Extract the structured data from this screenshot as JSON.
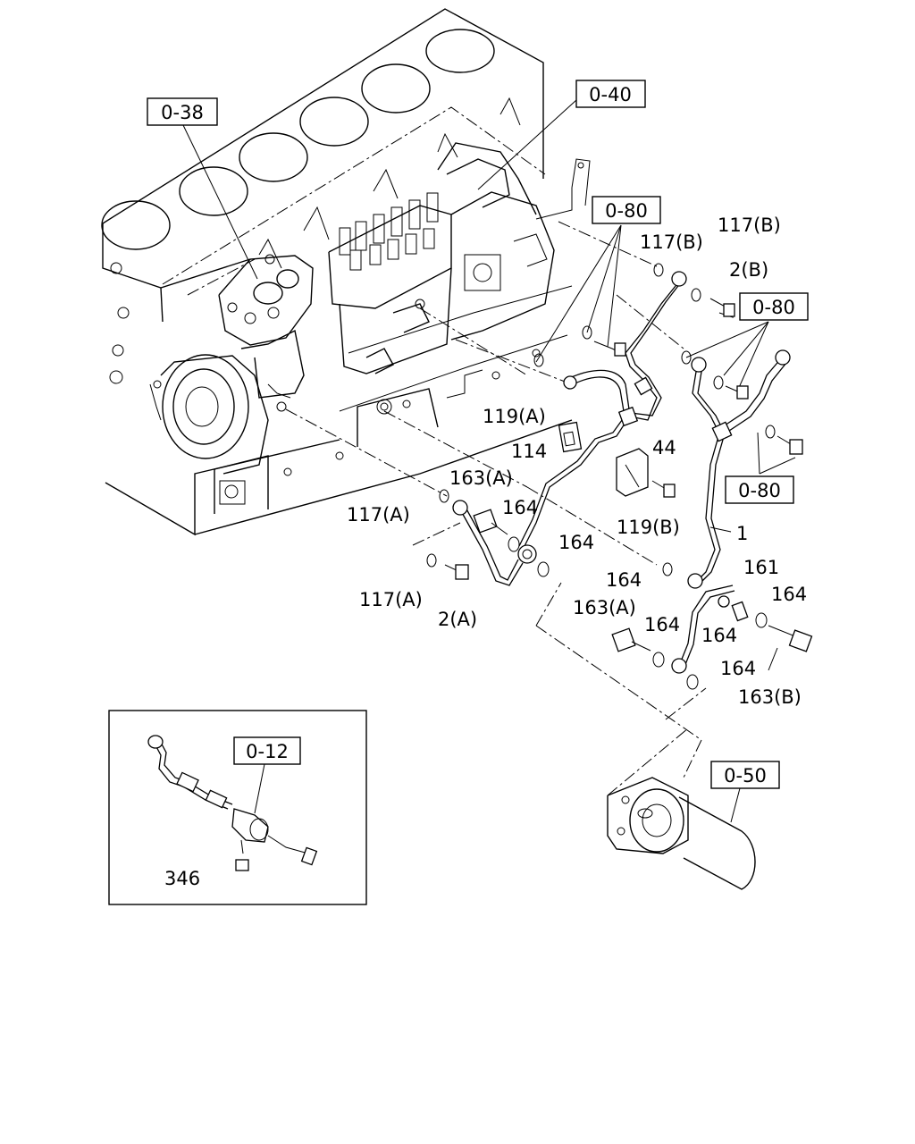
{
  "references": [
    {
      "id": "ref-0-38",
      "text": "0-38"
    },
    {
      "id": "ref-0-40",
      "text": "0-40"
    },
    {
      "id": "ref-0-80-a",
      "text": "0-80"
    },
    {
      "id": "ref-0-80-b",
      "text": "0-80"
    },
    {
      "id": "ref-0-80-c",
      "text": "0-80"
    },
    {
      "id": "ref-0-12",
      "text": "0-12"
    },
    {
      "id": "ref-0-50",
      "text": "0-50"
    }
  ],
  "labels": {
    "p117b_1": "117(B)",
    "p117b_2": "117(B)",
    "p2b": "2(B)",
    "p119a": "119(A)",
    "p114": "114",
    "p44": "44",
    "p163a_1": "163(A)",
    "p164_1": "164",
    "p117a_1": "117(A)",
    "p119b": "119(B)",
    "p1": "1",
    "p164_2": "164",
    "p164_3": "164",
    "p161": "161",
    "p164_4": "164",
    "p117a_2": "117(A)",
    "p2a": "2(A)",
    "p163a_2": "163(A)",
    "p164_5": "164",
    "p164_6": "164",
    "p164_7": "164",
    "p163b": "163(B)",
    "p346": "346"
  }
}
